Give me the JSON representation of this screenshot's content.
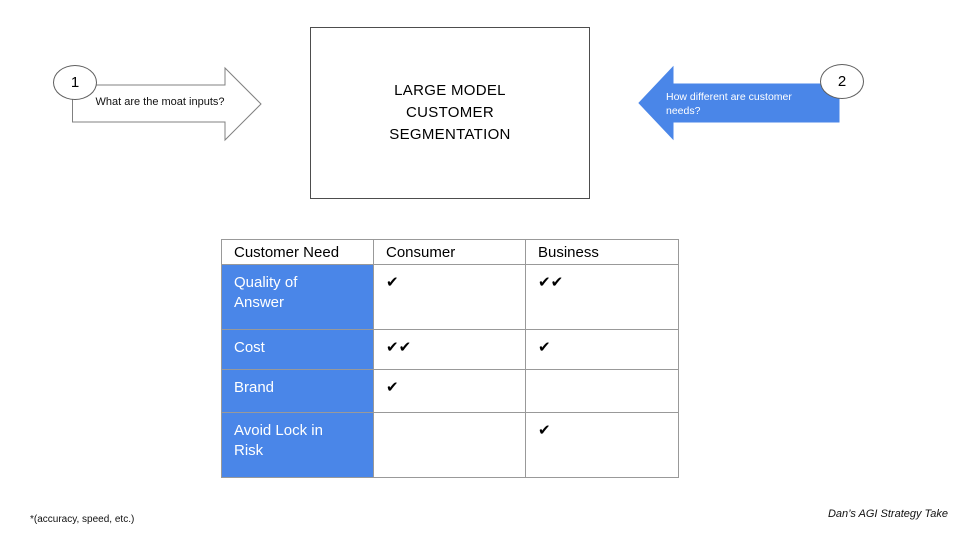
{
  "slide": {
    "step1": {
      "number": "1",
      "label": "What are the moat inputs?"
    },
    "step2": {
      "number": "2",
      "label": "How different are customer needs?"
    },
    "title": {
      "line1": "LARGE MODEL",
      "line2": "CUSTOMER",
      "line3": "SEGMENTATION"
    },
    "table": {
      "headers": [
        "Customer Need",
        "Consumer",
        "Business"
      ],
      "rows": [
        {
          "need": "Quality of Answer",
          "consumer": "✔",
          "business": "✔✔"
        },
        {
          "need": "Cost",
          "consumer": "✔✔",
          "business": "✔"
        },
        {
          "need": "Brand",
          "consumer": "✔",
          "business": ""
        },
        {
          "need": "Avoid Lock in Risk",
          "consumer": "",
          "business": "✔"
        }
      ]
    },
    "footnote": "*(accuracy, speed, etc.)",
    "attribution": "Dan’s AGI Strategy Take",
    "colors": {
      "accent_blue": "#4a86e8",
      "border_gray": "#999999",
      "shape_outline": "#808080"
    }
  }
}
